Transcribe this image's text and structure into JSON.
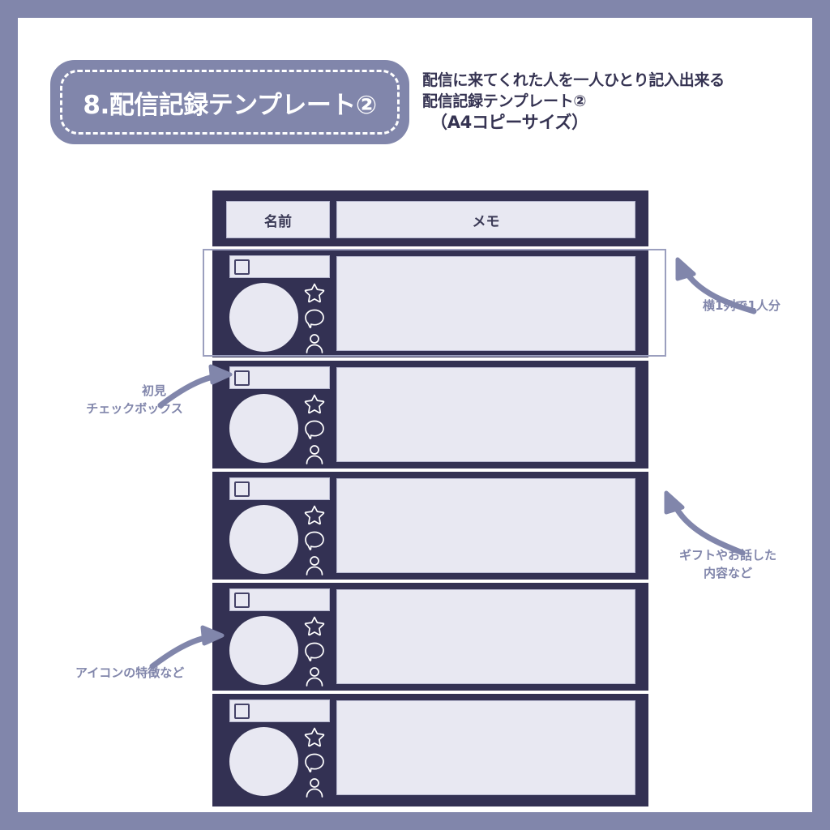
{
  "page": {
    "border_color": "#8186ab",
    "background": "#ffffff",
    "ink_color": "#333153",
    "fill_color": "#e8e8f2",
    "accent_color": "#8186ab"
  },
  "title": {
    "badge_label": "8.配信記録テンプレート②"
  },
  "subtitle": {
    "line1": "配信に来てくれた人を一人ひとり記入出来る",
    "line2": "配信記録テンプレート②",
    "line3": "（A4コピーサイズ）"
  },
  "table": {
    "columns": [
      {
        "key": "name",
        "label": "名前"
      },
      {
        "key": "memo",
        "label": "メモ"
      }
    ],
    "rows": [
      {
        "name": "",
        "memo": "",
        "checked": false
      },
      {
        "name": "",
        "memo": "",
        "checked": false
      },
      {
        "name": "",
        "memo": "",
        "checked": false
      },
      {
        "name": "",
        "memo": "",
        "checked": false
      },
      {
        "name": "",
        "memo": "",
        "checked": false
      }
    ],
    "row_icons": [
      "star-icon",
      "speech-bubble-icon",
      "person-icon"
    ]
  },
  "annotations": {
    "row_unit": {
      "text": "横1列で1人分",
      "arrow": "curved-arrow-left"
    },
    "checkbox": {
      "line1": "初見",
      "line2": "チェックボックス",
      "arrow": "curved-arrow-right"
    },
    "memo": {
      "line1": "ギフトやお話した",
      "line2": "内容など",
      "arrow": "curved-arrow-left"
    },
    "avatar": {
      "text": "アイコンの特徴など",
      "arrow": "curved-arrow-right"
    }
  }
}
